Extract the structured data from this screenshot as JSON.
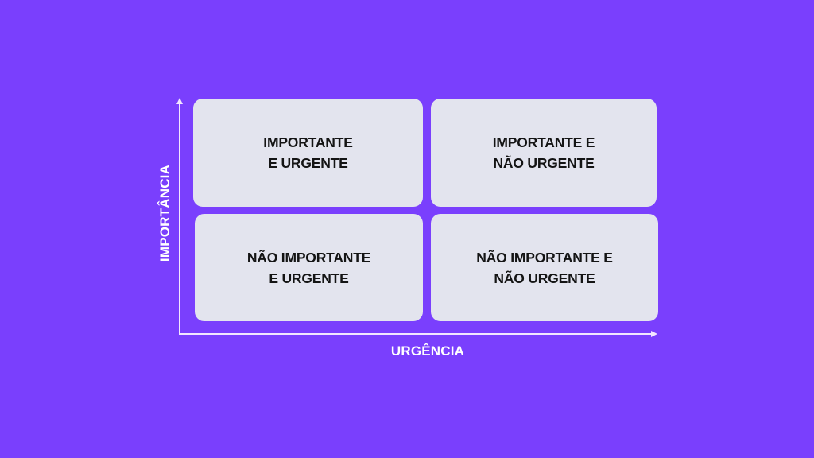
{
  "diagram": {
    "type": "eisenhower-matrix",
    "colors": {
      "background": "#7a3ffd",
      "quadrant": "#e3e4ee",
      "axis": "#f2e6ff",
      "text": "#141414",
      "axis_label": "#ffffff"
    },
    "axes": {
      "y_label": "IMPORTÂNCIA",
      "x_label": "URGÊNCIA"
    },
    "quadrants": {
      "top_left": {
        "line1": "IMPORTANTE",
        "line2": "E URGENTE"
      },
      "top_right": {
        "line1": "IMPORTANTE E",
        "line2": "NÃO URGENTE"
      },
      "bottom_left": {
        "line1": "NÃO IMPORTANTE",
        "line2": "E URGENTE"
      },
      "bottom_right": {
        "line1": "NÃO IMPORTANTE E",
        "line2": "NÃO URGENTE"
      }
    }
  }
}
